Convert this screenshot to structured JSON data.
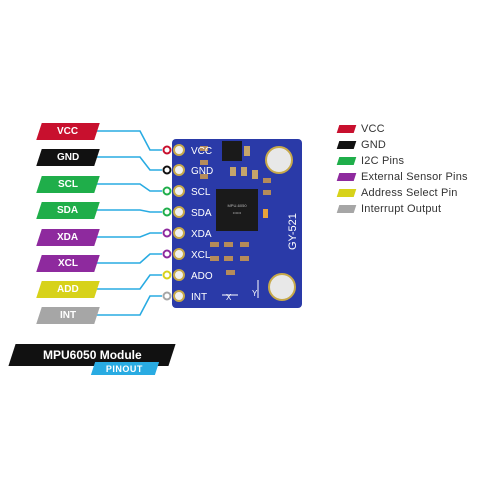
{
  "pin_labels": [
    {
      "label": "VCC",
      "color": "#c8102e"
    },
    {
      "label": "GND",
      "color": "#111111"
    },
    {
      "label": "SCL",
      "color": "#1fae4a"
    },
    {
      "label": "SDA",
      "color": "#1fae4a"
    },
    {
      "label": "XDA",
      "color": "#8e2a9e"
    },
    {
      "label": "XCL",
      "color": "#8e2a9e"
    },
    {
      "label": "ADD",
      "color": "#d7d21a"
    },
    {
      "label": "INT",
      "color": "#a6a6a6"
    }
  ],
  "board": {
    "pin_silkscreen": [
      "VCC",
      "GND",
      "SCL",
      "SDA",
      "XDA",
      "XCL",
      "ADO",
      "INT"
    ],
    "model_text": "GY-521",
    "board_color": "#2a3aa8",
    "wire_color": "#29abe2"
  },
  "legend": [
    {
      "label": "VCC",
      "color": "#c8102e"
    },
    {
      "label": "GND",
      "color": "#111111"
    },
    {
      "label": "I2C Pins",
      "color": "#1fae4a"
    },
    {
      "label": "External Sensor Pins",
      "color": "#8e2a9e"
    },
    {
      "label": "Address Select Pin",
      "color": "#d7d21a"
    },
    {
      "label": "Interrupt Output",
      "color": "#a6a6a6"
    }
  ],
  "title": {
    "main": "MPU6050 Module",
    "sub": "PINOUT"
  }
}
